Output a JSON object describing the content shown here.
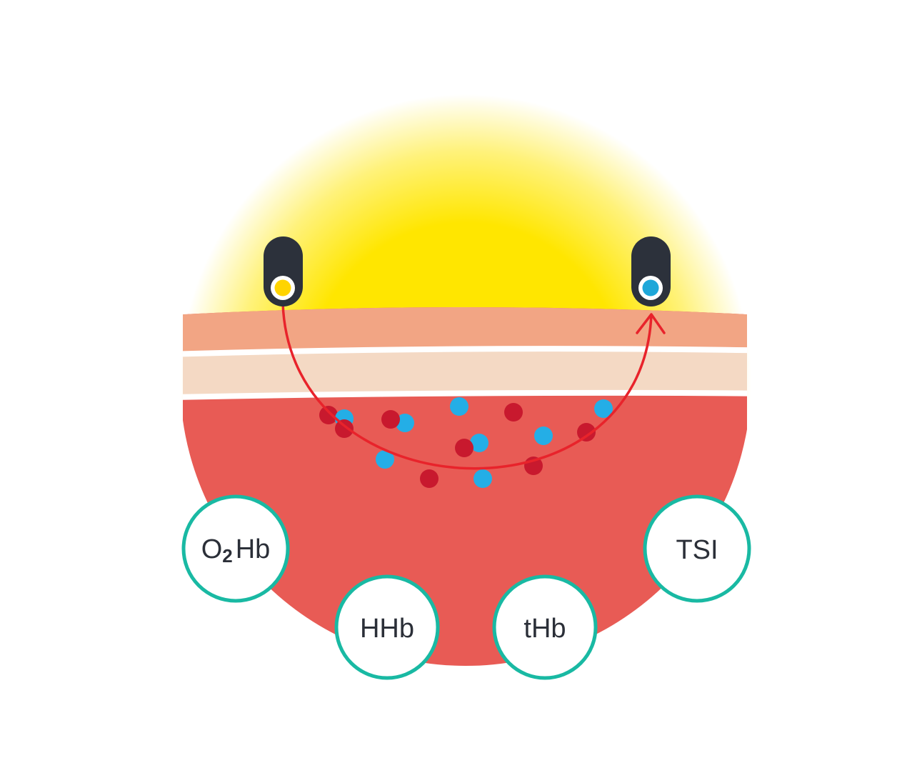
{
  "colors": {
    "glow_core": "#ffe600",
    "skin_outer": "#f2a584",
    "skin_inner": "#f4d9c4",
    "tissue": "#e85b55",
    "sensor_body": "#2c313b",
    "emitter": "#ffd400",
    "detector": "#1ea7d9",
    "light_path": "#e8232b",
    "oxy_dot": "#c8192e",
    "deoxy_dot": "#24aee6",
    "label_ring": "#19b9a3"
  },
  "sensors": {
    "emitter_icon": "light-emitter",
    "detector_icon": "light-detector"
  },
  "labels": {
    "o2hb_main_a": "O",
    "o2hb_sub": "2",
    "o2hb_main_b": "Hb",
    "hhb": "HHb",
    "thb": "tHb",
    "tsi": "TSI"
  }
}
